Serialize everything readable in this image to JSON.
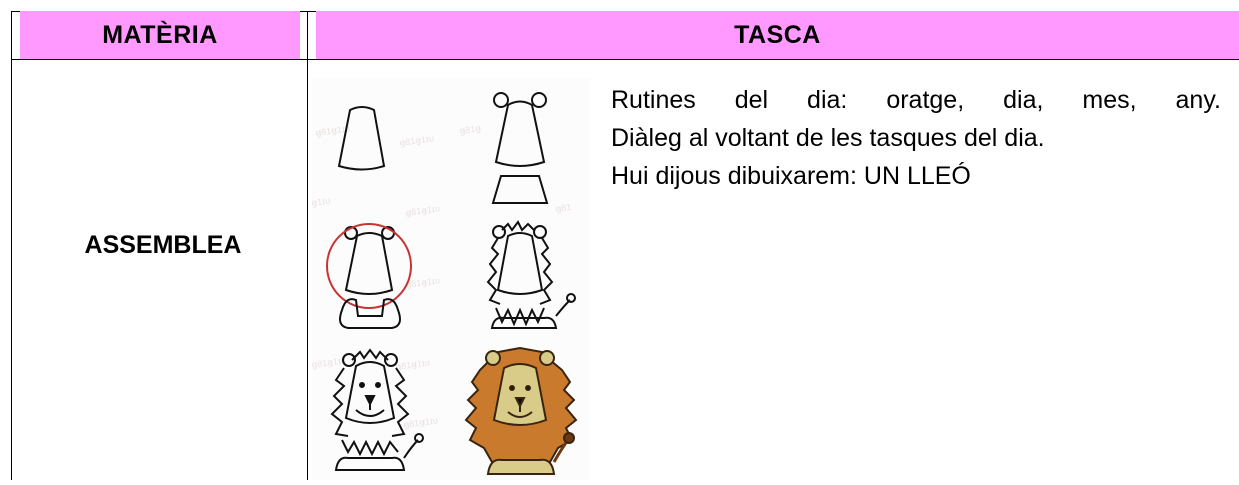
{
  "table": {
    "header": {
      "subject_label": "MATÈRIA",
      "task_label": "TASCA"
    },
    "rows": [
      {
        "subject": "ASSEMBLEA",
        "task_lines": [
          [
            "Rutines",
            "del",
            "dia:",
            "oratge,",
            "dia,",
            "mes,",
            "any."
          ],
          "Diàleg al voltant de les tasques del dia.",
          "Hui dijous dibuixarem: UN LLEÓ"
        ],
        "image": "how-to-draw-lion-steps-drawing"
      }
    ]
  },
  "colors": {
    "header_bg": "#ff99ff",
    "lion_fill": "#c97a2c",
    "lion_face": "#d8cc88",
    "guide_circle": "#c83232"
  }
}
